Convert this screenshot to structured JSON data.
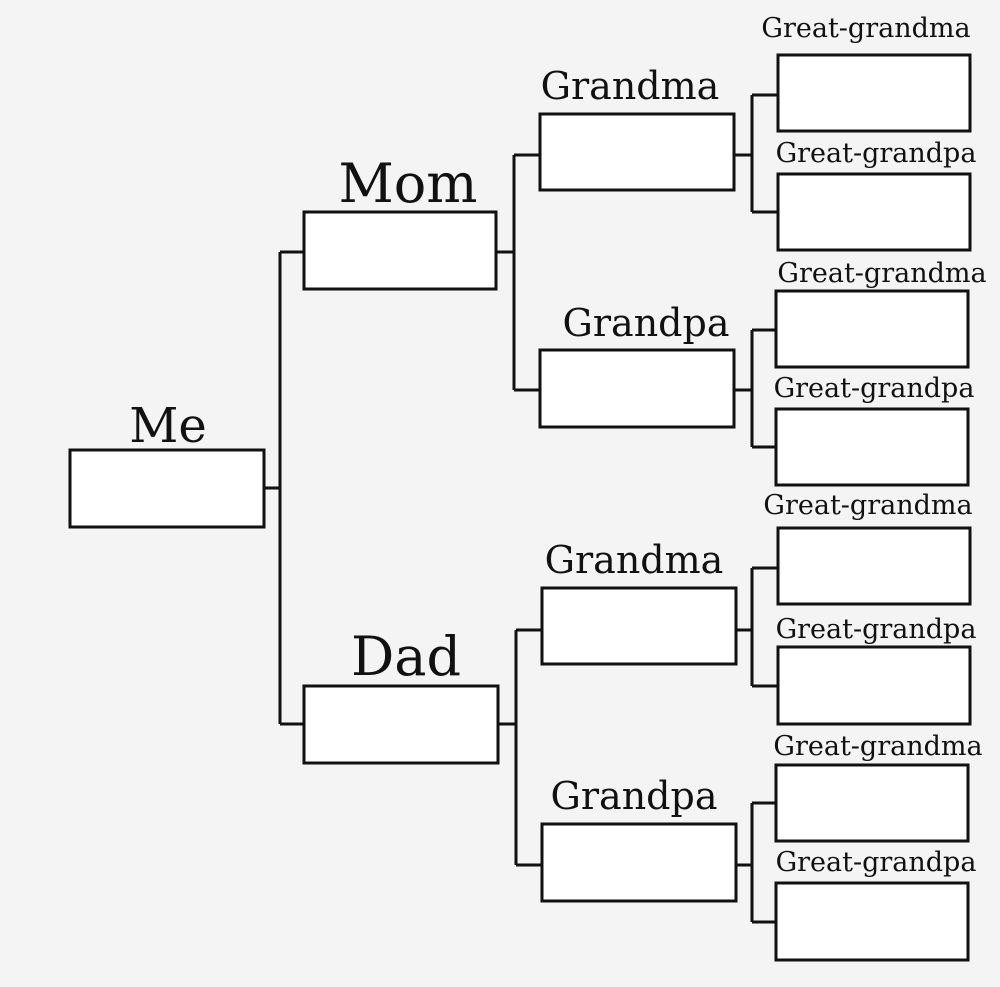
{
  "tree": {
    "me": "Me",
    "mom": "Mom",
    "dad": "Dad",
    "maternal_grandma": "Grandma",
    "maternal_grandpa": "Grandpa",
    "paternal_grandma": "Grandma",
    "paternal_grandpa": "Grandpa",
    "great_1": "Great-grandma",
    "great_2": "Great-grandpa",
    "great_3": "Great-grandma",
    "great_4": "Great-grandpa",
    "great_5": "Great-grandma",
    "great_6": "Great-grandpa",
    "great_7": "Great-grandma",
    "great_8": "Great-grandpa"
  }
}
